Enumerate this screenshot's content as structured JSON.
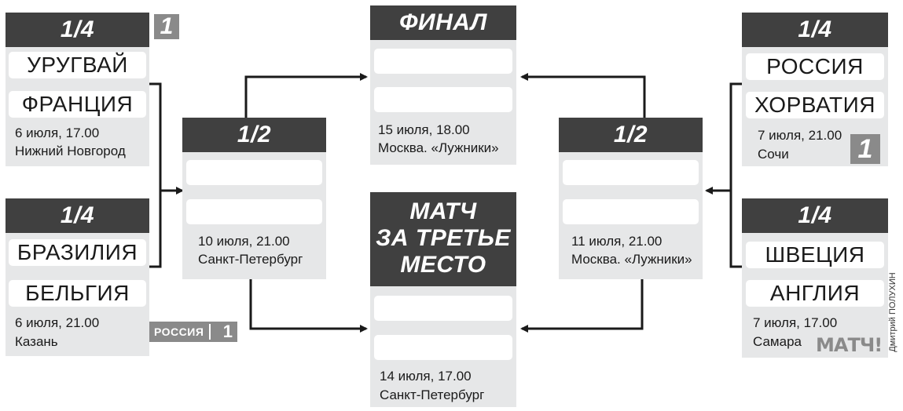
{
  "qf_left_top": {
    "stage": "1/4",
    "team1": "УРУГВАЙ",
    "team2": "ФРАНЦИЯ",
    "date": "6 июля, 17.00",
    "city": "Нижний Новгород",
    "broadcaster": "channel-one-logo"
  },
  "qf_left_bottom": {
    "stage": "1/4",
    "team1": "БРАЗИЛИЯ",
    "team2": "БЕЛЬГИЯ",
    "date": "6 июля, 21.00",
    "city": "Казань",
    "broadcaster": "russia-1-logo",
    "broadcaster_text": "РОССИЯ",
    "broadcaster_num": "1"
  },
  "qf_right_top": {
    "stage": "1/4",
    "team1": "РОССИЯ",
    "team2": "ХОРВАТИЯ",
    "date": "7 июля, 21.00",
    "city": "Сочи",
    "broadcaster": "channel-one-logo"
  },
  "qf_right_bottom": {
    "stage": "1/4",
    "team1": "ШВЕЦИЯ",
    "team2": "АНГЛИЯ",
    "date": "7 июля, 17.00",
    "city": "Самара",
    "broadcaster": "match-tv-logo",
    "broadcaster_text": "МАТЧ!"
  },
  "sf_left": {
    "stage": "1/2",
    "date": "10 июля, 21.00",
    "city": "Санкт-Петербург"
  },
  "sf_right": {
    "stage": "1/2",
    "date": "11 июля, 21.00",
    "city": "Москва. «Лужники»"
  },
  "final": {
    "stage": "ФИНАЛ",
    "date": "15 июля, 18.00",
    "city": "Москва. «Лужники»"
  },
  "third_place": {
    "stage_line1": "МАТЧ",
    "stage_line2": "ЗА ТРЕТЬЕ",
    "stage_line3": "МЕСТО",
    "date": "14 июля, 17.00",
    "city": "Санкт-Петербург"
  },
  "credit": "Дмитрий ПОЛУХИН",
  "colors": {
    "header": "#404040",
    "card": "#e6e7e8",
    "slot": "#ffffff",
    "logo": "#8a8a8a"
  }
}
